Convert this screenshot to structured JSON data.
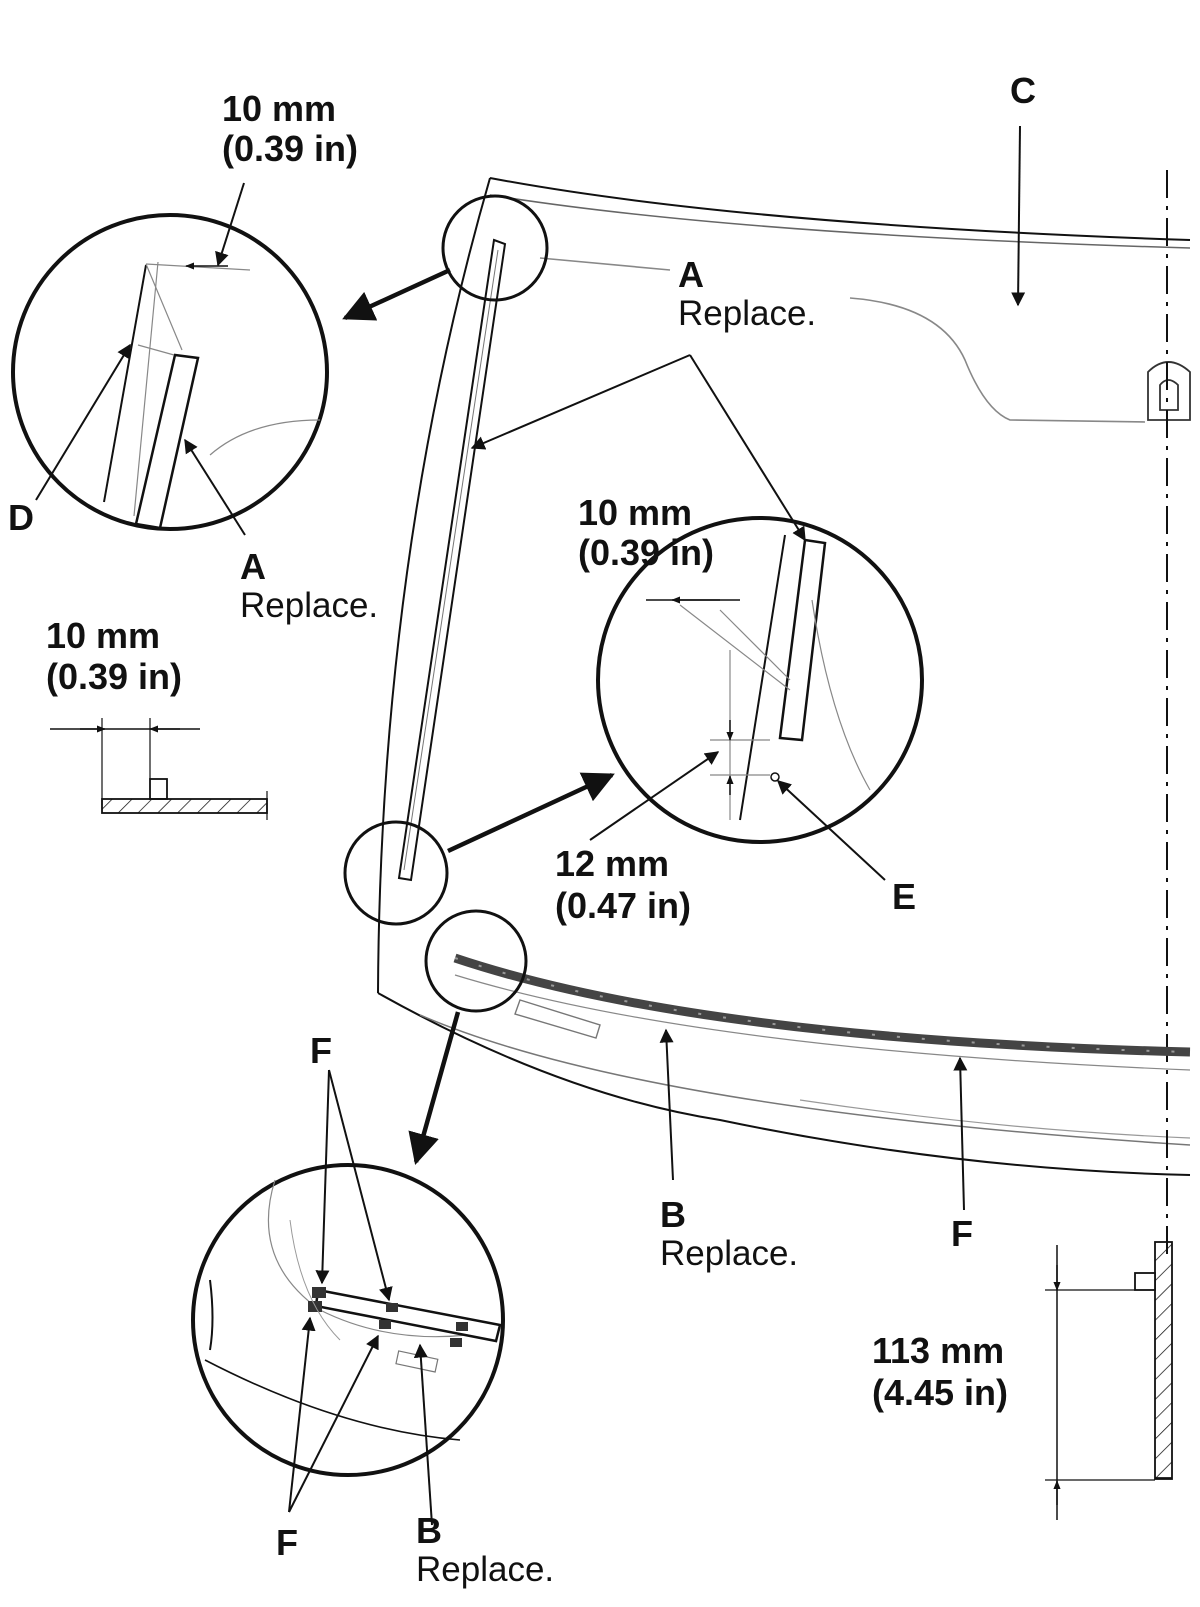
{
  "labels": {
    "top_dim_mm": "10 mm",
    "top_dim_in": "(0.39 in)",
    "c_letter": "C",
    "a_top_letter": "A",
    "a_top_note": "Replace.",
    "d_letter": "D",
    "a_left_letter": "A",
    "a_left_note": "Replace.",
    "left_dim_mm": "10 mm",
    "left_dim_in": "(0.39 in)",
    "mid_dim_mm": "10 mm",
    "mid_dim_in": "(0.39 in)",
    "dim12_mm": "12 mm",
    "dim12_in": "(0.47 in)",
    "e_letter": "E",
    "f_top_letter": "F",
    "b_mid_letter": "B",
    "b_mid_note": "Replace.",
    "f_right_letter": "F",
    "dim113_mm": "113 mm",
    "dim113_in": "(4.45 in)",
    "f_bottom_letter": "F",
    "b_bottom_letter": "B",
    "b_bottom_note": "Replace."
  },
  "colors": {
    "line": "#111111",
    "light": "#888888",
    "tape": "#555555"
  }
}
